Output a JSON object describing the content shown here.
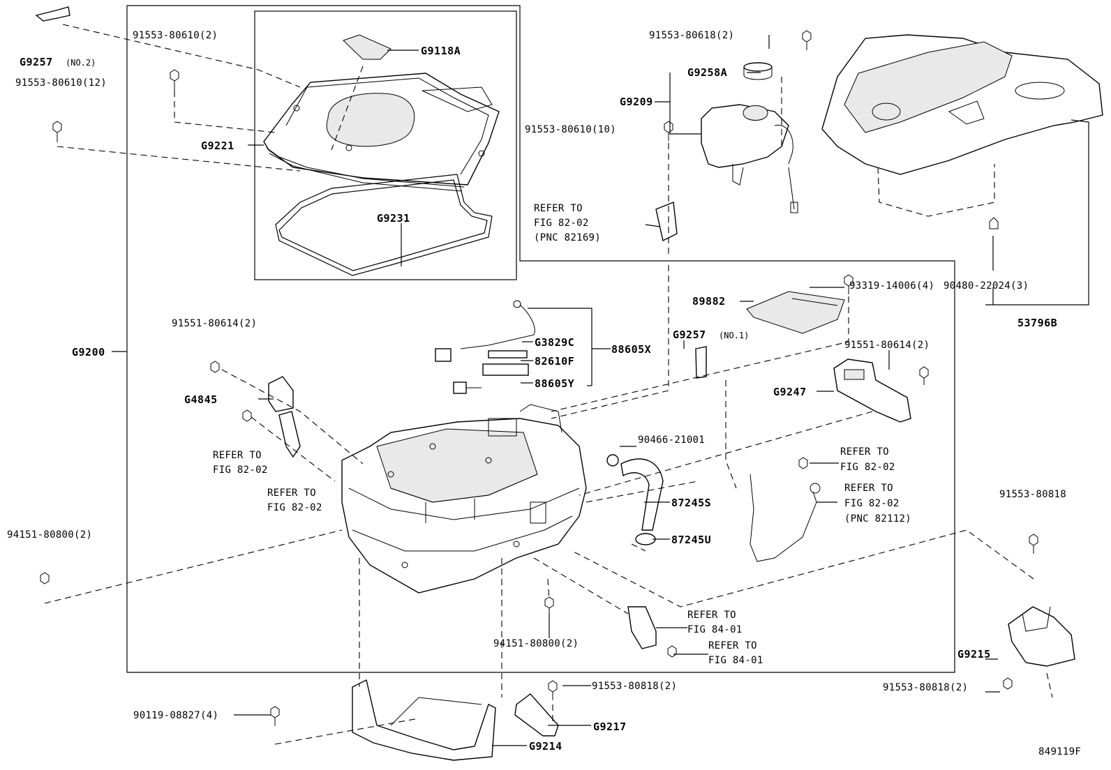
{
  "diagram": {
    "figure_code": "849119F",
    "parts": {
      "g9257_no2": "G9257",
      "g9257_no2_sub": "(NO.2)",
      "p91553_80610_2": "91553-80610(2)",
      "p91553_80610_12": "91553-80610(12)",
      "g9118a": "G9118A",
      "g9221": "G9221",
      "g9231": "G9231",
      "g9200": "G9200",
      "p91551_80614_left": "91551-80614(2)",
      "g4845": "G4845",
      "p94151_80800_left": "94151-80800(2)",
      "p91553_80618": "91553-80618(2)",
      "g9258a": "G9258A",
      "g9209": "G9209",
      "p91553_80610_10": "91553-80610(10)",
      "p93319_14006": "93319-14006(4)",
      "p89882": "89882",
      "g3829c": "G3829C",
      "p82610f": "82610F",
      "p88605y": "88605Y",
      "p88605x": "88605X",
      "g9257_no1": "G9257",
      "g9257_no1_sub": "(NO.1)",
      "p91551_80614_right": "91551-80614(2)",
      "g9247": "G9247",
      "p90466_21001": "90466-21001",
      "p87245s": "87245S",
      "p87245u": "87245U",
      "p90480_22024": "90480-22024(3)",
      "p53796b": "53796B",
      "p91553_80818_right": "91553-80818",
      "g9215": "G9215",
      "p91553_80818_right2": "91553-80818(2)",
      "p94151_80800_mid": "94151-80800(2)",
      "p91553_80818_mid": "91553-80818(2)",
      "p90119_08827": "90119-08827(4)",
      "g9217": "G9217",
      "g9214": "G9214"
    },
    "refs": {
      "refer_to": "REFER TO",
      "fig_82_02": "FIG 82-02",
      "fig_84_01": "FIG 84-01",
      "pnc_82169": "(PNC 82169)",
      "pnc_82112": "(PNC 82112)"
    }
  }
}
